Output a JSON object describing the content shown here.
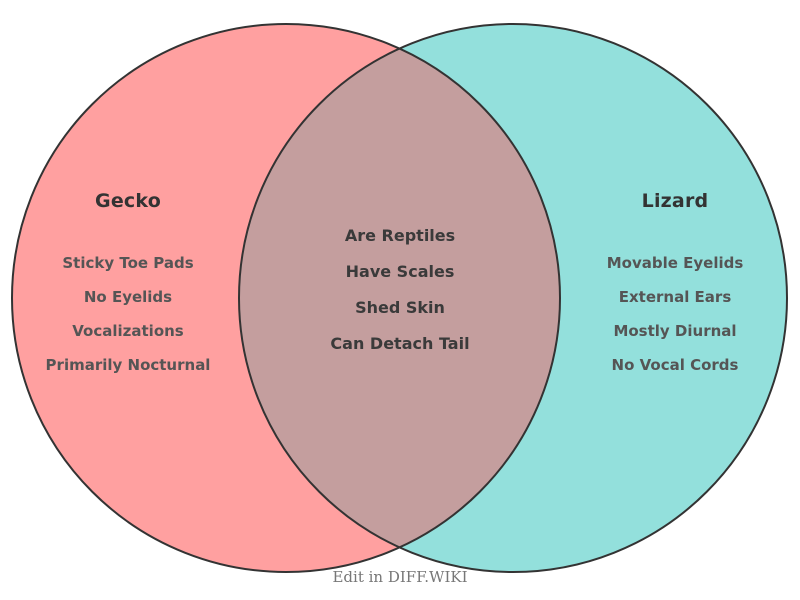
{
  "diagram": {
    "type": "venn-2-set",
    "background_color": "#ffffff",
    "outline_color": "#333333",
    "left": {
      "title": "Gecko",
      "fill_color": "#ffa0a0",
      "items": [
        "Sticky Toe Pads",
        "No Eyelids",
        "Vocalizations",
        "Primarily Nocturnal"
      ]
    },
    "right": {
      "title": "Lizard",
      "fill_color": "#93e0dc",
      "items": [
        "Movable Eyelids",
        "External Ears",
        "Mostly Diurnal",
        "No Vocal Cords"
      ]
    },
    "center": {
      "fill_color": "#c49e9e",
      "items": [
        "Are Reptiles",
        "Have Scales",
        "Shed Skin",
        "Can Detach Tail"
      ]
    }
  },
  "footer": {
    "watermark": "Edit in DIFF.WIKI",
    "color": "#777777"
  }
}
